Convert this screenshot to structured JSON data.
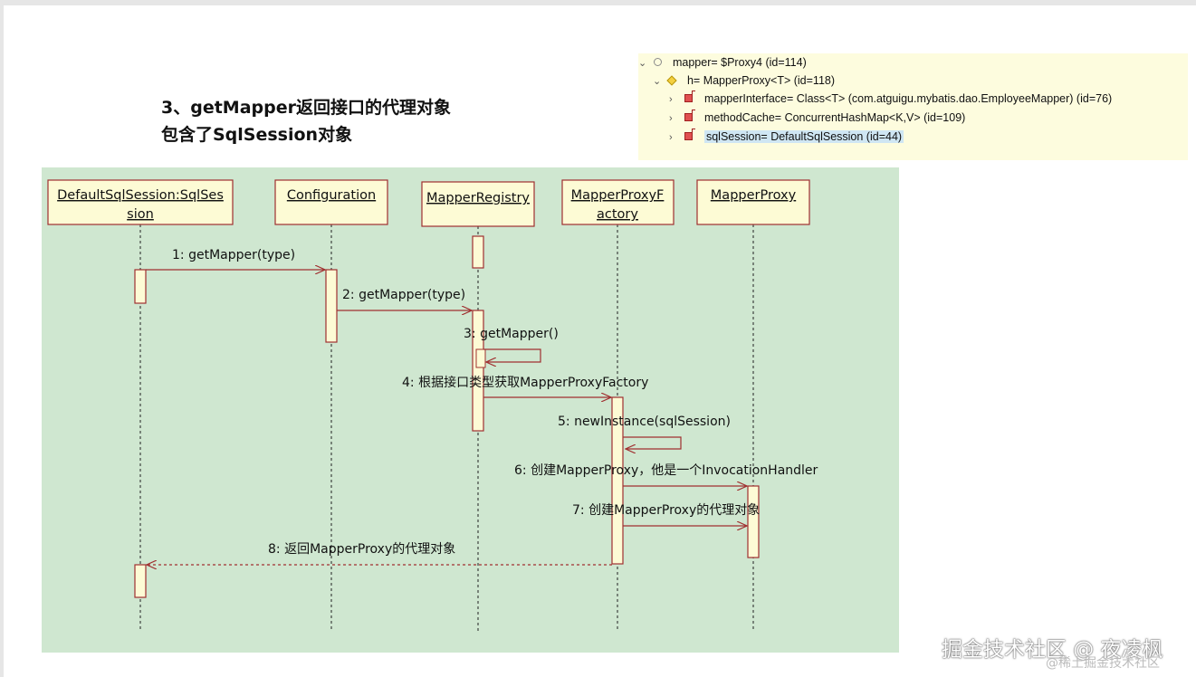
{
  "slide": {
    "title_line1": "3、getMapper返回接口的代理对象",
    "title_line2": "包含了SqlSession对象"
  },
  "debug": {
    "rows": [
      {
        "chevron": "⌄",
        "icon": "oval-icon",
        "text": "mapper= $Proxy4  (id=114)"
      },
      {
        "chevron": "⌄",
        "icon": "diamond-icon",
        "text": "h= MapperProxy<T>  (id=118)"
      },
      {
        "chevron": "›",
        "icon": "field-icon",
        "text": "mapperInterface= Class<T> (com.atguigu.mybatis.dao.EmployeeMapper) (id=76)"
      },
      {
        "chevron": "›",
        "icon": "field-icon",
        "text": "methodCache= ConcurrentHashMap<K,V>  (id=109)"
      },
      {
        "chevron": "›",
        "icon": "field-icon",
        "text": "sqlSession= DefaultSqlSession  (id=44)"
      }
    ]
  },
  "diagram": {
    "lifelines": [
      {
        "line1": "DefaultSqlSession:SqlSes",
        "line2": "sion"
      },
      {
        "line1": "Configuration",
        "line2": ""
      },
      {
        "line1": "MapperRegistry",
        "line2": ""
      },
      {
        "line1": "MapperProxyF",
        "line2": "actory"
      },
      {
        "line1": "MapperProxy",
        "line2": ""
      }
    ],
    "messages": [
      "1: getMapper(type)",
      "2: getMapper(type)",
      "3: getMapper()",
      "4: 根据接口类型获取MapperProxyFactory",
      "5: newInstance(sqlSession)",
      "6: 创建MapperProxy，他是一个InvocationHandler",
      "7: 创建MapperProxy的代理对象",
      "8: 返回MapperProxy的代理对象"
    ]
  },
  "colors": {
    "diagram_bg": "#cfe7d0",
    "box_fill": "#fdfbd5",
    "box_stroke": "#a03030",
    "arrow": "#a03030"
  },
  "watermark": {
    "main": "掘金技术社区 @ 夜凌枫",
    "sub": "@稀土掘金技术社区"
  }
}
